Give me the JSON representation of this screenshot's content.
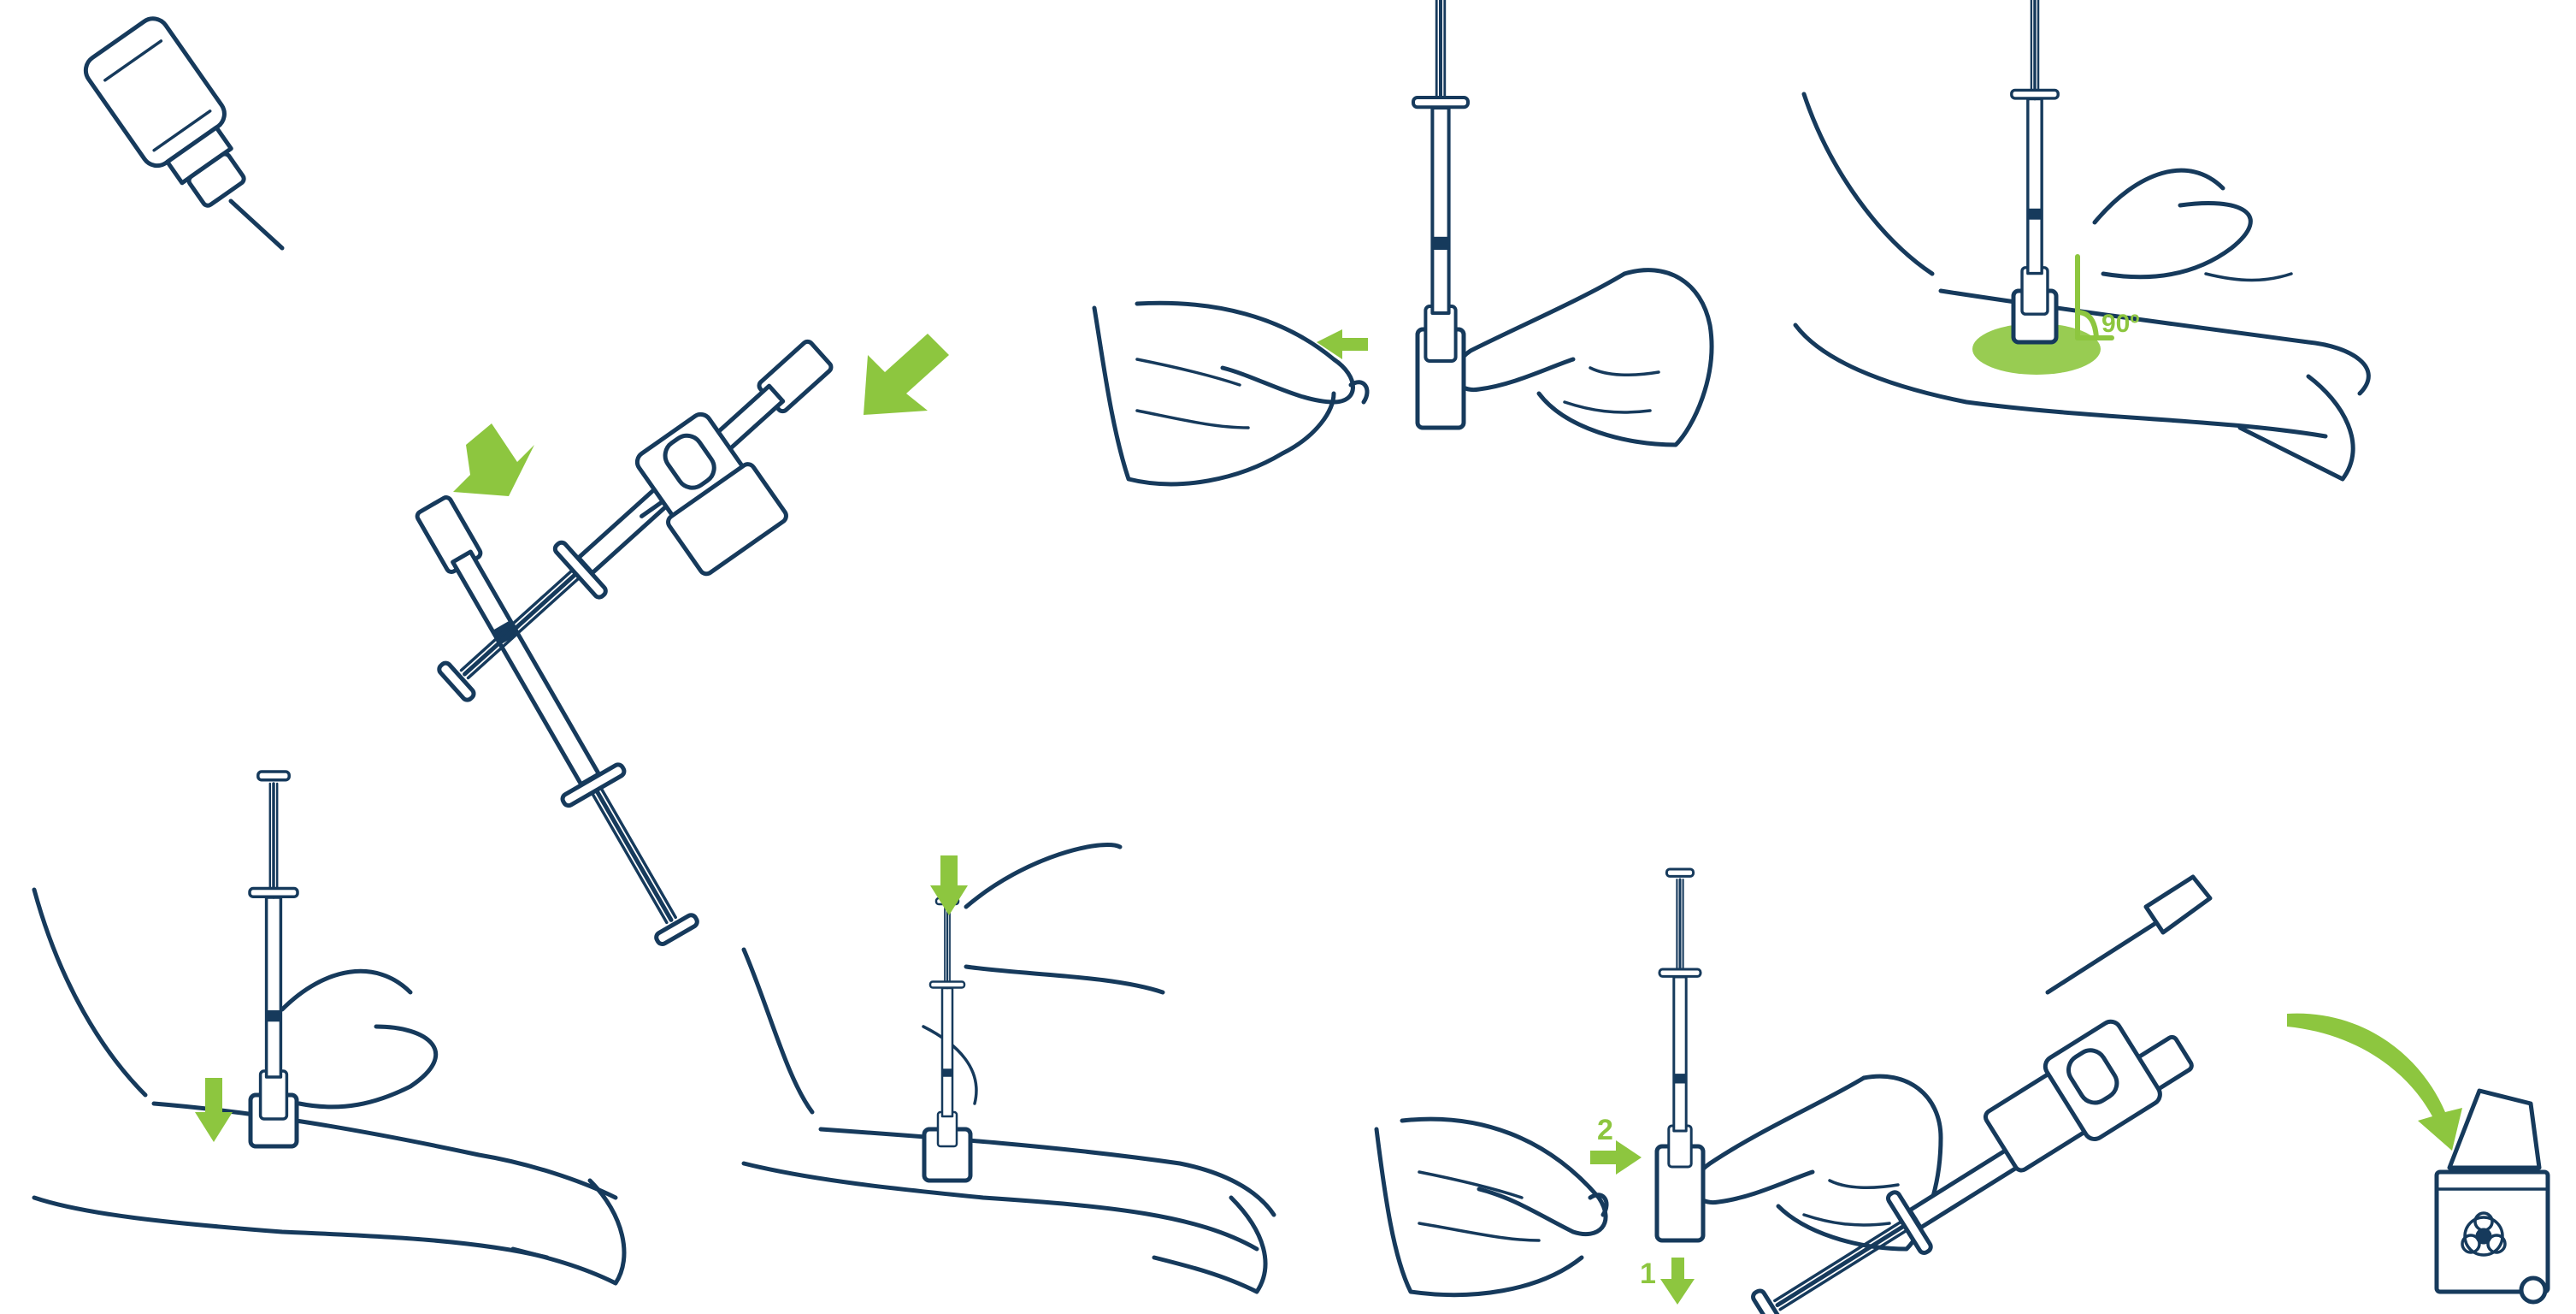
{
  "colors": {
    "ink": "#163a5c",
    "accent": "#8dc63f",
    "background": "#ffffff"
  },
  "steps": [
    {
      "id": 1,
      "icons": [
        "vial-icon",
        "syringe-icon",
        "down-right-arrow-icon"
      ]
    },
    {
      "id": 2,
      "icons": [
        "syringe-icon",
        "vial-adapter-icon",
        "down-left-arrow-icon"
      ]
    },
    {
      "id": 3,
      "icons": [
        "hands-icon",
        "syringe-icon",
        "left-arrow-icon"
      ]
    },
    {
      "id": 4,
      "icons": [
        "forearm-icon",
        "syringe-icon",
        "angle-icon",
        "injection-site-icon"
      ],
      "angle_label": "90º"
    },
    {
      "id": 5,
      "icons": [
        "forearm-icon",
        "syringe-icon",
        "down-arrow-icon"
      ]
    },
    {
      "id": 6,
      "icons": [
        "forearm-icon",
        "syringe-icon",
        "plunger-press-arrow-icon"
      ]
    },
    {
      "id": 7,
      "icons": [
        "hands-icon",
        "syringe-icon",
        "right-arrow-icon",
        "down-arrow-icon"
      ],
      "order_labels": [
        "2",
        "1"
      ]
    },
    {
      "id": 8,
      "icons": [
        "needle-icon",
        "syringe-icon",
        "curved-arrow-icon",
        "biohazard-bin-icon"
      ]
    }
  ]
}
